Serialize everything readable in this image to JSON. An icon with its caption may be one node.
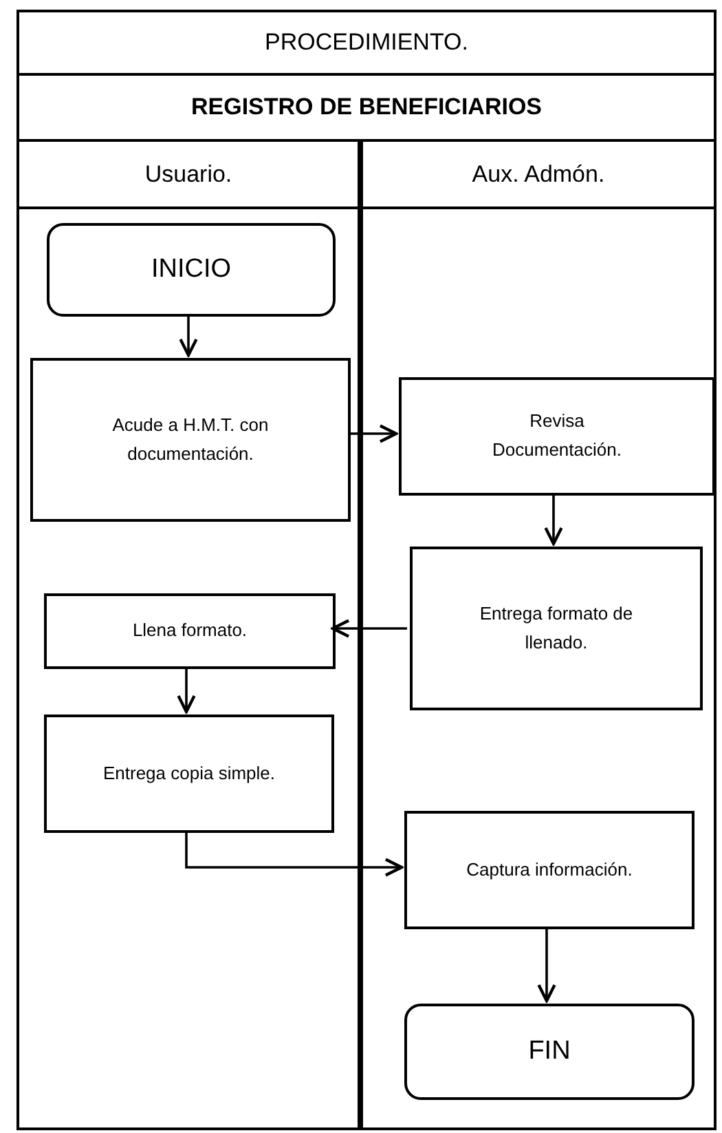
{
  "diagram": {
    "title": "PROCEDIMIENTO.",
    "nodes": [
      {
        "text": [
          "Usuario."
        ]
      },
      {
        "text": [
          "Aux. Admón."
        ]
      },
      {
        "text": [
          "INICIO"
        ],
        "in": 0
      },
      {
        "text": [
          "Acude a H.M.T. con documentación."
        ],
        "in": 0
      },
      {
        "text": [
          "Revisa Documentación."
        ],
        "in": 1
      },
      {
        "text": [
          "Entrega formato de llenado."
        ],
        "in": 1
      },
      {
        "text": [
          "Llena formato."
        ],
        "in": 0
      },
      {
        "text": [
          "Entrega copia simple."
        ],
        "in": 0
      },
      {
        "text": [
          "Captura información."
        ],
        "in": 1
      },
      {
        "text": [
          "FIN"
        ],
        "in": 1
      }
    ],
    "edges": [
      {
        "from": 2,
        "to": 3,
        "arrow": "to"
      },
      {
        "from": 3,
        "to": 4,
        "arrow": "to"
      },
      {
        "from": 4,
        "to": 5,
        "arrow": "to"
      },
      {
        "from": 5,
        "to": 6,
        "arrow": "to"
      },
      {
        "from": 6,
        "to": 7,
        "arrow": "to"
      },
      {
        "from": 7,
        "to": 8,
        "arrow": "to"
      },
      {
        "from": 8,
        "to": 9,
        "arrow": "to"
      }
    ],
    "labels": [
      "REGISTRO DE BENEFICIARIOS"
    ]
  }
}
